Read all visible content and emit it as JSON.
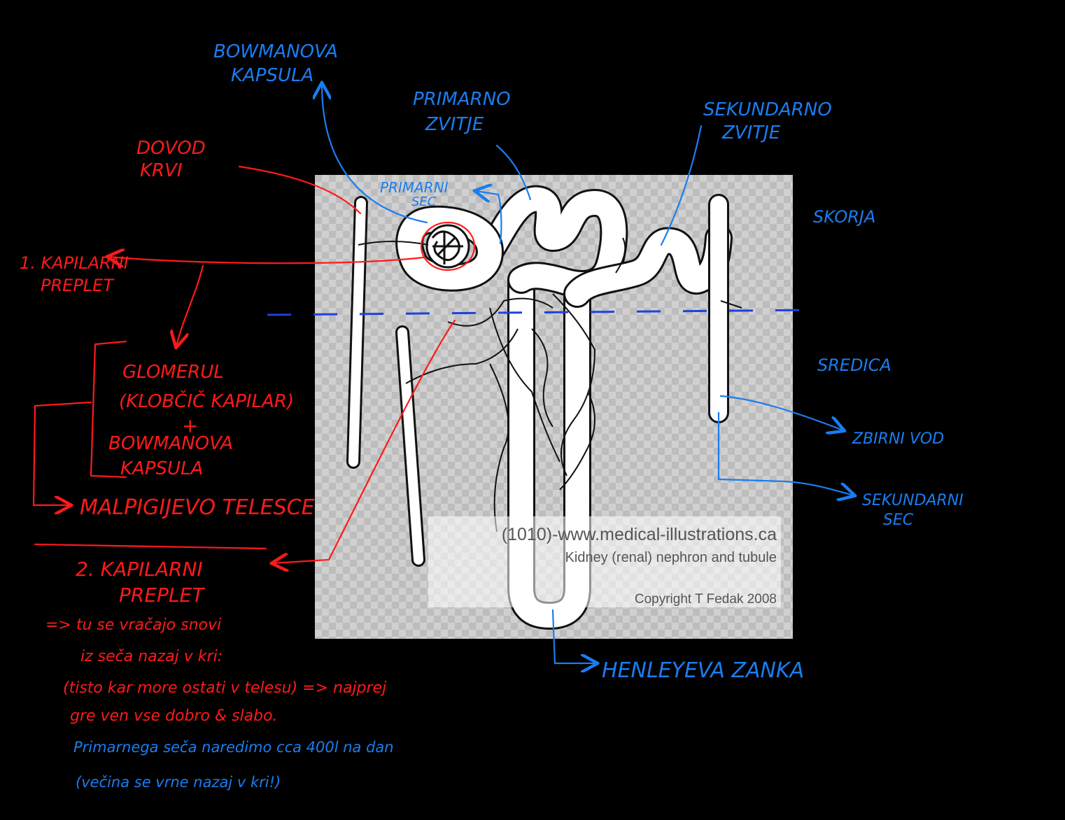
{
  "colors": {
    "background": "#000000",
    "annotation_blue": "#1a7df0",
    "annotation_red": "#ff1a1a",
    "checker_light": "#d0d0d0",
    "checker_dark": "#bdbdbd",
    "tubule_fill": "#ffffff",
    "tubule_stroke": "#111111"
  },
  "illustration": {
    "watermark_line1": "(1010)-www.medical-illustrations.ca",
    "watermark_line2": "Kidney (renal) nephron and tubule",
    "watermark_line3": "Copyright T Fedak 2008"
  },
  "labels_blue": {
    "bowman_1": "BOWMANOVA",
    "bowman_2": "KAPSULA",
    "primarno_1": "PRIMARNO",
    "primarno_2": "ZVITJE",
    "sekundarno_1": "SEKUNDARNO",
    "sekundarno_2": "ZVITJE",
    "primarni_sec_1": "PRIMARNI",
    "primarni_sec_2": "SEC",
    "skorja": "SKORJA",
    "sredica": "SREDICA",
    "zbirni_vod": "ZBIRNI VOD",
    "sekundarni_sec_1": "SEKUNDARNI",
    "sekundarni_sec_2": "SEC",
    "henle": "HENLEYEVA ZANKA",
    "note_1": "Primarnega seča naredimo cca 400l na dan",
    "note_2": "(večina se vrne nazaj v kri!)"
  },
  "labels_red": {
    "dovod_1": "DOVOD",
    "dovod_2": "KRVI",
    "kap1_1": "1. KAPILARNI",
    "kap1_2": "PREPLET",
    "glomerul_1": "GLOMERUL",
    "glomerul_2": "(KLOBČIČ KAPILAR)",
    "plus": "+",
    "bowman_1": "BOWMANOVA",
    "bowman_2": "KAPSULA",
    "malpigijevo": "MALPIGIJEVO TELESCE",
    "kap2_1": "2. KAPILARNI",
    "kap2_2": "PREPLET",
    "note_1": "=> tu se vračajo snovi",
    "note_2": "iz seča nazaj v kri:",
    "note_3": "(tisto kar more ostati v telesu) => najprej",
    "note_4": "gre ven vse dobro & slabo."
  }
}
